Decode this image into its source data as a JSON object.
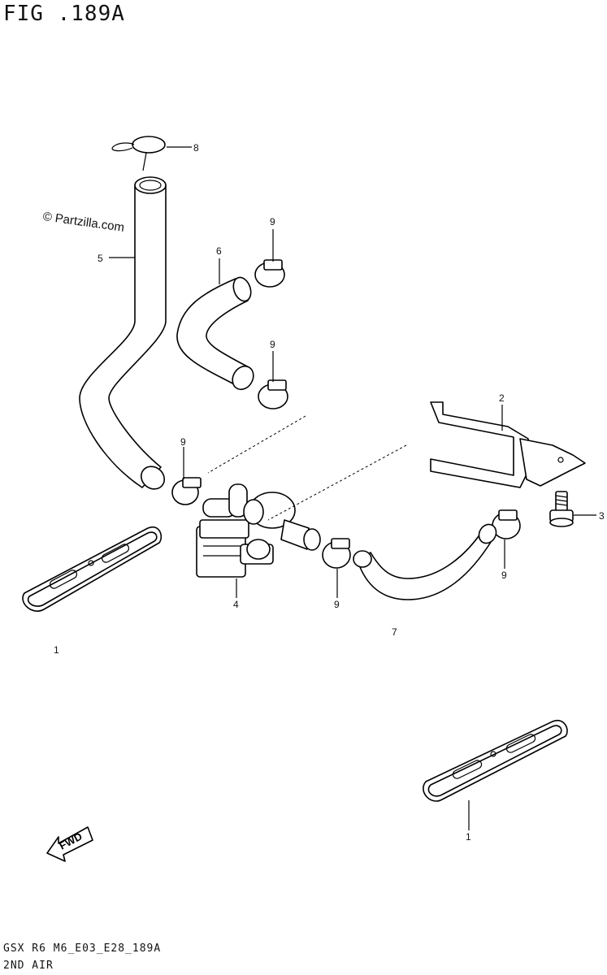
{
  "figure": {
    "title": "FIG .189A",
    "watermark": "© Partzilla.com",
    "code": "GSX  R6 M6_E03_E28_189A",
    "name": "2ND AIR",
    "fwd_label": "FWD"
  },
  "callouts": [
    {
      "id": "c8",
      "label": "8"
    },
    {
      "id": "c5",
      "label": "5"
    },
    {
      "id": "c6",
      "label": "6"
    },
    {
      "id": "c9a",
      "label": "9"
    },
    {
      "id": "c9b",
      "label": "9"
    },
    {
      "id": "c9c",
      "label": "9"
    },
    {
      "id": "c9d",
      "label": "9"
    },
    {
      "id": "c9e",
      "label": "9"
    },
    {
      "id": "c2",
      "label": "2"
    },
    {
      "id": "c3",
      "label": "3"
    },
    {
      "id": "c4",
      "label": "4"
    },
    {
      "id": "c7",
      "label": "7"
    },
    {
      "id": "c1a",
      "label": "1"
    },
    {
      "id": "c1b",
      "label": "1"
    }
  ]
}
